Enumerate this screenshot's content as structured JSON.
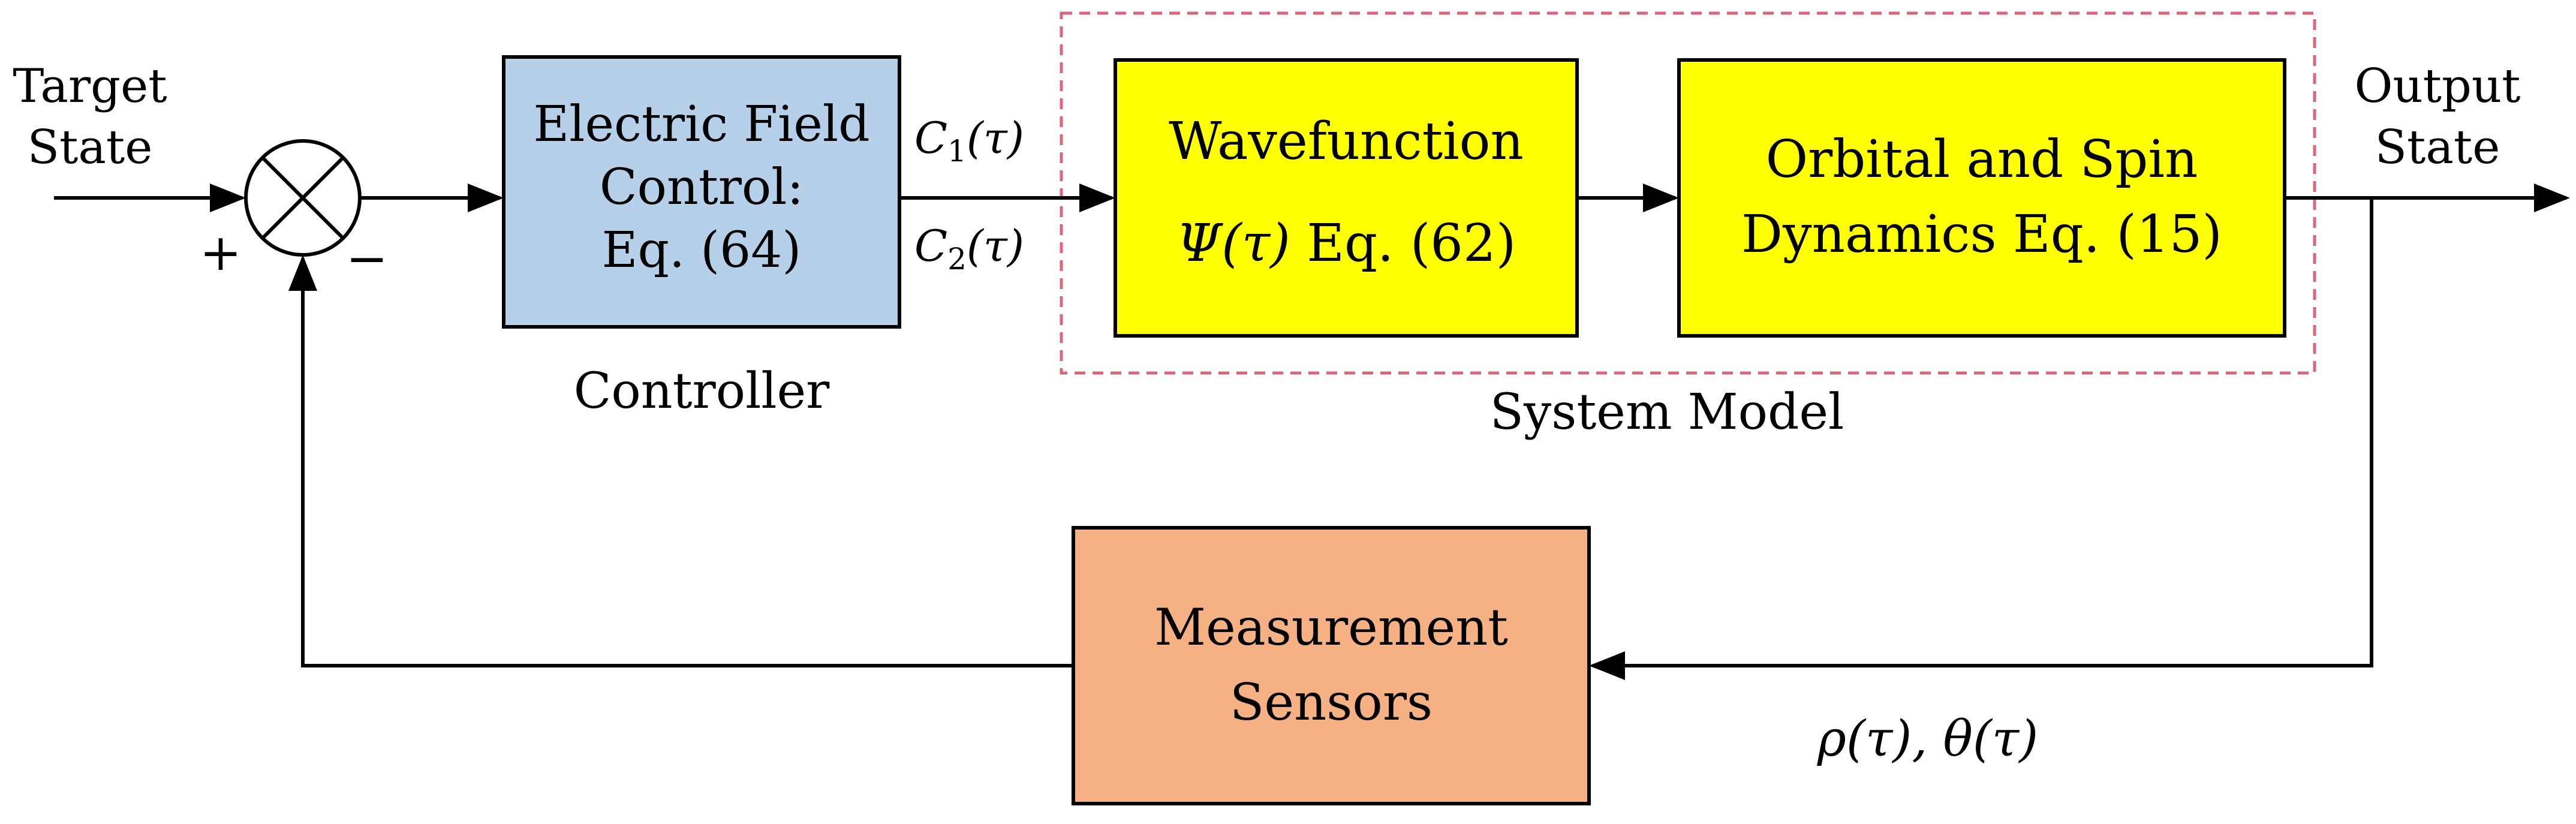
{
  "colors": {
    "controller_fill": "#b7d0ea",
    "system_fill": "#ffff00",
    "sensor_fill": "#f5b184",
    "dashed_border": "#d9667a",
    "line": "#000000"
  },
  "labels": {
    "target_line1": "Target",
    "target_line2": "State",
    "plus": "+",
    "minus": "−",
    "output_line1": "Output",
    "output_line2": "State",
    "controller_caption": "Controller",
    "system_caption": "System Model",
    "measurement_signals": "ρ(τ), θ(τ)"
  },
  "blocks": {
    "controller": {
      "line1": "Electric Field",
      "line2": "Control:",
      "line3": "Eq. (64)"
    },
    "wavefunction": {
      "line1": "Wavefunction",
      "symbol": "Ψ(τ)",
      "eq": "Eq. (62)"
    },
    "dynamics": {
      "line1": "Orbital and Spin",
      "line2": "Dynamics Eq. (15)"
    },
    "sensors": {
      "line1": "Measurement",
      "line2": "Sensors"
    }
  },
  "signals": {
    "c1_base": "C",
    "c1_sub": "1",
    "c1_arg": "(τ)",
    "c2_base": "C",
    "c2_sub": "2",
    "c2_arg": "(τ)"
  },
  "icons": {
    "summing_junction": "circle-with-x"
  }
}
